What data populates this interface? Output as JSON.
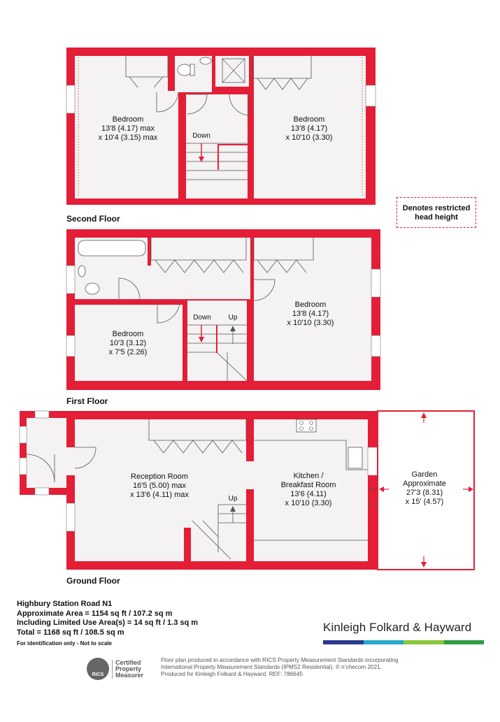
{
  "colors": {
    "wall": "#e31e36",
    "floor": "#f4f2f2",
    "text": "#111111"
  },
  "legend": {
    "restricted_line1": "Denotes restricted",
    "restricted_line2": "head height"
  },
  "second_floor": {
    "title": "Second Floor",
    "bedroom_left": {
      "name": "Bedroom",
      "dim1": "13'8 (4.17) max",
      "dim2": "x 10'4 (3.15) max"
    },
    "bedroom_right": {
      "name": "Bedroom",
      "dim1": "13'8 (4.17)",
      "dim2": "x 10'10 (3.30)"
    },
    "stairs_down": "Down"
  },
  "first_floor": {
    "title": "First Floor",
    "bedroom_left": {
      "name": "Bedroom",
      "dim1": "10'3 (3.12)",
      "dim2": "x 7'5 (2.26)"
    },
    "bedroom_right": {
      "name": "Bedroom",
      "dim1": "13'8 (4.17)",
      "dim2": "x 10'10 (3.30)"
    },
    "stairs_down": "Down",
    "stairs_up": "Up"
  },
  "ground_floor": {
    "title": "Ground Floor",
    "reception": {
      "name": "Reception Room",
      "dim1": "16'5 (5.00) max",
      "dim2": "x 13'6 (4.11) max"
    },
    "kitchen": {
      "name1": "Kitchen /",
      "name2": "Breakfast Room",
      "dim1": "13'6 (4.11)",
      "dim2": "x 10'10 (3.30)"
    },
    "garden": {
      "name1": "Garden",
      "name2": "Approximate",
      "dim1": "27'3 (8.31)",
      "dim2": "x 15' (4.57)"
    },
    "stairs_up": "Up"
  },
  "info": {
    "address": "Highbury Station Road  N1",
    "area": "Approximate Area = 1154 sq ft / 107.2 sq m",
    "limited": "Including Limited Use Area(s) = 14 sq ft / 1.3 sq m",
    "total": "Total = 1168 sq ft / 108.5 sq m",
    "note": "For identification only - Not to scale"
  },
  "brand": {
    "name": "Kinleigh Folkard & Hayward",
    "bar_colors": [
      "#2a3a8c",
      "#27a8c9",
      "#8cc63f",
      "#2f9e44"
    ]
  },
  "rics": {
    "seal": "RICS",
    "line1": "Certified",
    "line2": "Property",
    "line3": "Measurer"
  },
  "disclaimer": {
    "line1": "Floor plan produced in accordance with RICS Property Measurement Standards incorporating",
    "line2": "International Property Measurement Standards (IPMS2 Residential).  © n’checom 2021.",
    "line3": "Produced for Kinleigh Folkard & Hayward.   REF: 786645"
  }
}
